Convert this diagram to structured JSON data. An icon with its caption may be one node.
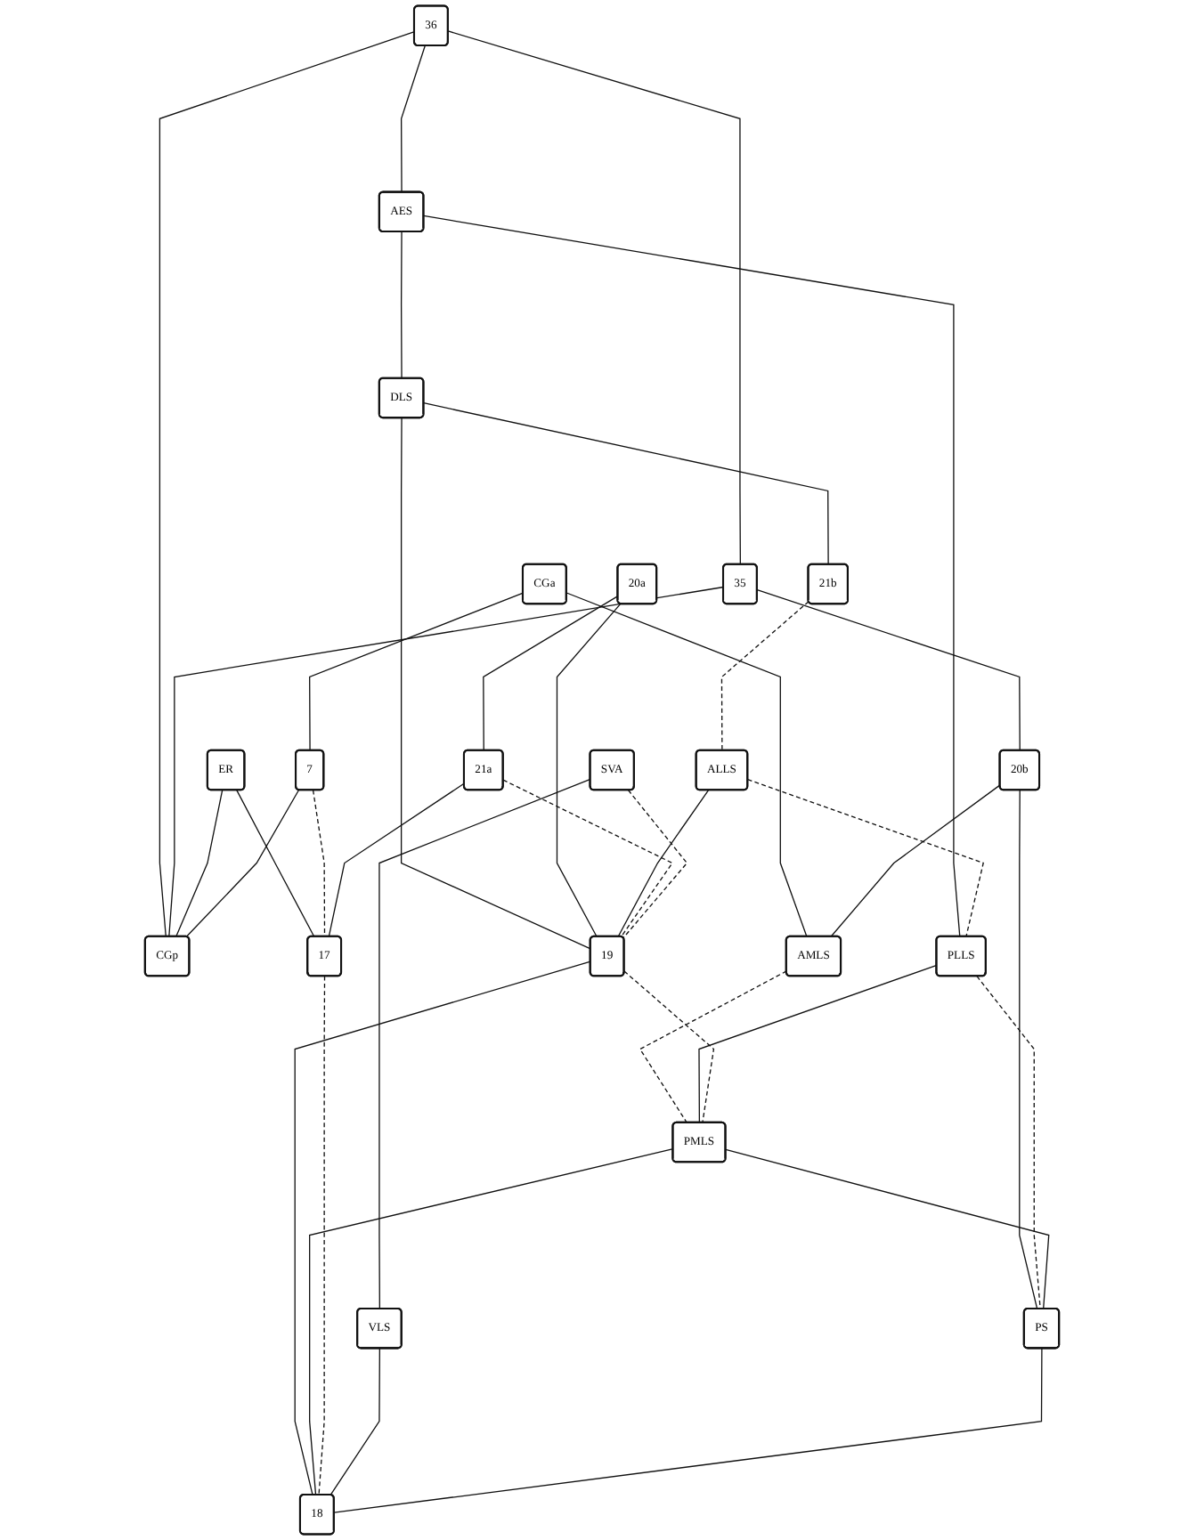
{
  "diagram": {
    "nodes": [
      {
        "text": [
          "36"
        ]
      },
      {
        "text": [
          "35"
        ]
      },
      {
        "text": [
          "ER"
        ]
      },
      {
        "text": [
          "AES"
        ]
      },
      {
        "text": [
          "CGa"
        ]
      },
      {
        "text": [
          "7"
        ]
      },
      {
        "text": [
          "CGp"
        ]
      },
      {
        "text": [
          "DLS"
        ]
      },
      {
        "text": [
          "21b"
        ]
      },
      {
        "text": [
          "20b"
        ]
      },
      {
        "text": [
          "20a"
        ]
      },
      {
        "text": [
          "AMLS"
        ]
      },
      {
        "text": [
          "ALLS"
        ]
      },
      {
        "text": [
          "21a"
        ]
      },
      {
        "text": [
          "PLLS"
        ]
      },
      {
        "text": [
          "SVA"
        ]
      },
      {
        "text": [
          "19"
        ]
      },
      {
        "text": [
          "PMLS"
        ]
      },
      {
        "text": [
          "17"
        ]
      },
      {
        "text": [
          "VLS"
        ]
      },
      {
        "text": [
          "PS"
        ]
      },
      {
        "text": [
          "18"
        ]
      }
    ],
    "edges": [
      {
        "from": 0,
        "to": 1,
        "arrow": "none"
      },
      {
        "from": 0,
        "to": 3,
        "arrow": "none"
      },
      {
        "from": 0,
        "to": 6,
        "arrow": "none"
      },
      {
        "from": 1,
        "to": 6,
        "arrow": "none"
      },
      {
        "from": 1,
        "to": 9,
        "arrow": "none"
      },
      {
        "from": 2,
        "to": 6,
        "arrow": "none"
      },
      {
        "from": 2,
        "to": 18,
        "arrow": "none"
      },
      {
        "from": 3,
        "to": 7,
        "arrow": "none"
      },
      {
        "from": 3,
        "to": 14,
        "arrow": "none"
      },
      {
        "from": 4,
        "to": 5,
        "arrow": "none"
      },
      {
        "from": 4,
        "to": 11,
        "arrow": "none"
      },
      {
        "from": 5,
        "to": 6,
        "arrow": "none"
      },
      {
        "from": 5,
        "to": 18,
        "arrow": "none",
        "style": "dashed"
      },
      {
        "from": 7,
        "to": 8,
        "arrow": "none"
      },
      {
        "from": 7,
        "to": 16,
        "arrow": "none"
      },
      {
        "from": 8,
        "to": 12,
        "arrow": "none",
        "style": "dashed"
      },
      {
        "from": 9,
        "to": 11,
        "arrow": "none"
      },
      {
        "from": 9,
        "to": 20,
        "arrow": "none"
      },
      {
        "from": 10,
        "to": 13,
        "arrow": "none"
      },
      {
        "from": 10,
        "to": 16,
        "arrow": "none"
      },
      {
        "from": 11,
        "to": 17,
        "arrow": "none",
        "style": "dashed"
      },
      {
        "from": 12,
        "to": 14,
        "arrow": "none",
        "style": "dashed"
      },
      {
        "from": 12,
        "to": 16,
        "arrow": "none"
      },
      {
        "from": 13,
        "to": 18,
        "arrow": "none"
      },
      {
        "from": 13,
        "to": 16,
        "arrow": "none",
        "style": "dashed"
      },
      {
        "from": 14,
        "to": 17,
        "arrow": "none"
      },
      {
        "from": 14,
        "to": 20,
        "arrow": "none",
        "style": "dashed"
      },
      {
        "from": 15,
        "to": 16,
        "arrow": "none",
        "style": "dashed"
      },
      {
        "from": 15,
        "to": 19,
        "arrow": "none"
      },
      {
        "from": 16,
        "to": 21,
        "arrow": "none"
      },
      {
        "from": 16,
        "to": 17,
        "arrow": "none",
        "style": "dashed"
      },
      {
        "from": 17,
        "to": 20,
        "arrow": "none"
      },
      {
        "from": 17,
        "to": 21,
        "arrow": "none"
      },
      {
        "from": 18,
        "to": 21,
        "arrow": "none",
        "style": "dashed"
      },
      {
        "from": 19,
        "to": 21,
        "arrow": "none"
      },
      {
        "from": 20,
        "to": 21,
        "arrow": "none"
      }
    ]
  }
}
